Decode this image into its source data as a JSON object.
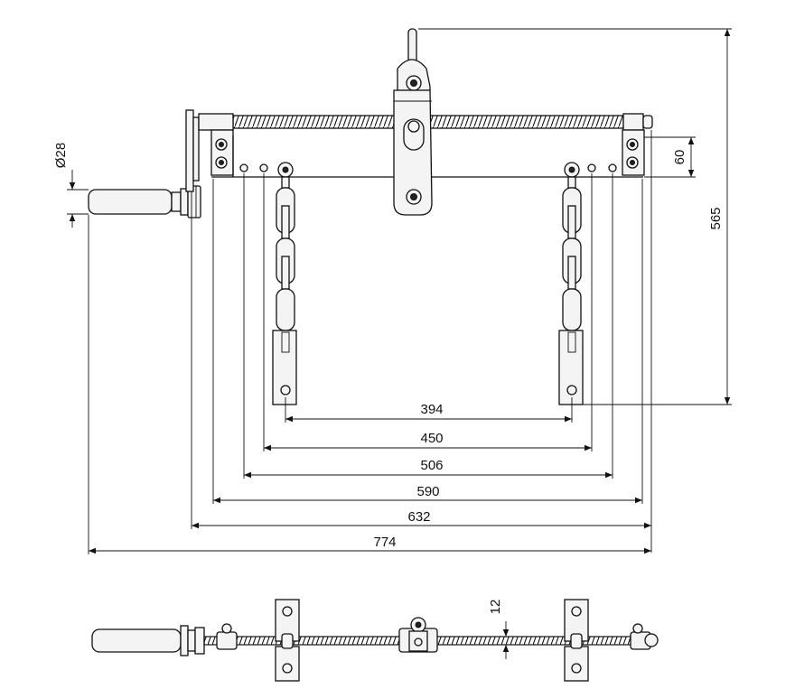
{
  "dimensions": {
    "d394": "394",
    "d450": "450",
    "d506": "506",
    "d590": "590",
    "d632": "632",
    "d774": "774",
    "d565": "565",
    "d60": "60",
    "d28": "Ø28",
    "d12": "12"
  },
  "colors": {
    "line": "#111111",
    "fill": "#f4f4f4",
    "dark": "#222222"
  }
}
